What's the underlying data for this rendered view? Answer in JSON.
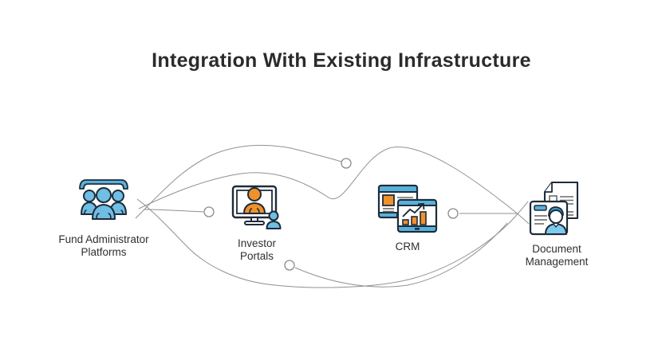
{
  "title": "Integration With Existing Infrastructure",
  "diagram": {
    "type": "integration-flow",
    "nodes": [
      {
        "id": "fund-admin-platforms",
        "label_lines": [
          "Fund Administrator",
          "Platforms"
        ],
        "icon": "team-group-icon"
      },
      {
        "id": "investor-portals",
        "label_lines": [
          "Investor",
          "Portals"
        ],
        "icon": "monitor-user-icon"
      },
      {
        "id": "crm",
        "label_lines": [
          "CRM"
        ],
        "icon": "browser-chart-icon"
      },
      {
        "id": "document-management",
        "label_lines": [
          "Document",
          "Management"
        ],
        "icon": "documents-person-icon"
      }
    ],
    "connectors": {
      "style": "thin curved gray lines weaving between nodes",
      "endpoint_shape": "open-circle",
      "circle_count": 4
    }
  },
  "colors": {
    "background": "#ffffff",
    "title_text": "#2b2b2b",
    "label_text": "#2f2f2f",
    "line_gray": "#909090",
    "icon_outline": "#1e2b39",
    "icon_blue": "#6fbee3",
    "icon_blue_dark": "#57b1dc",
    "icon_blue_light": "#7ecbf0",
    "icon_orange": "#f0912b",
    "doc_line_gray": "#6b6b6b"
  }
}
